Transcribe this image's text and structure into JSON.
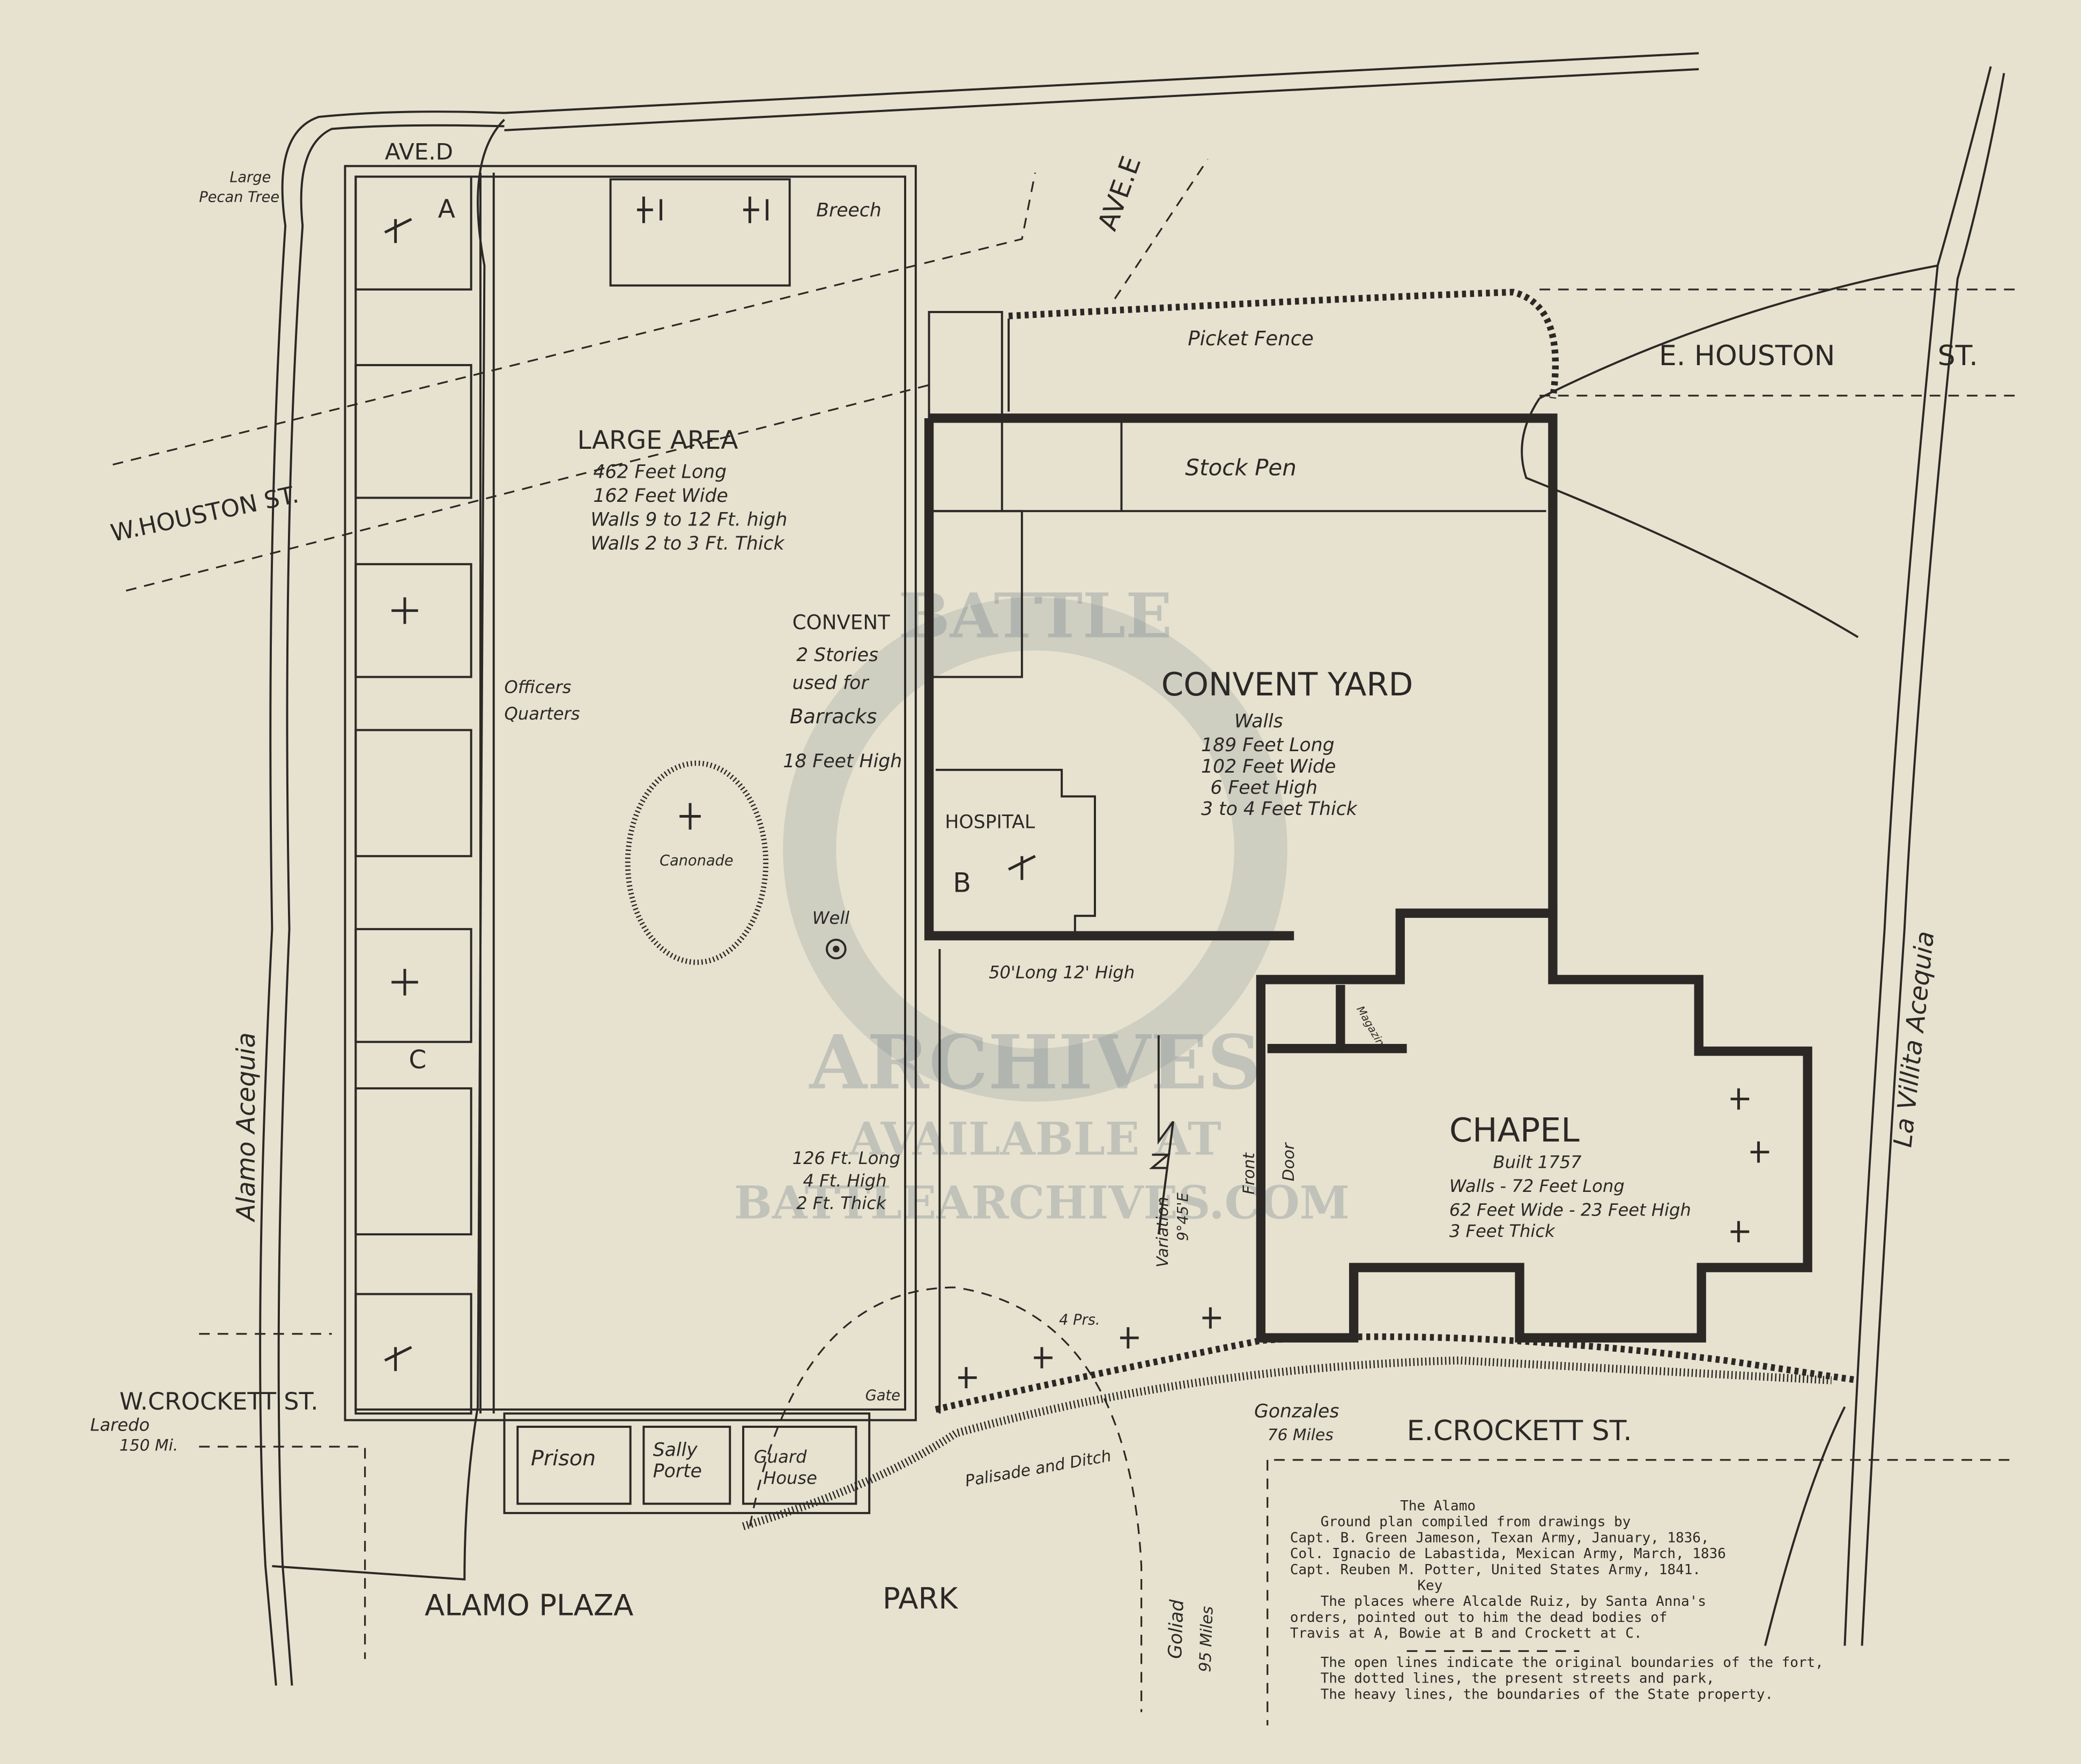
{
  "colors": {
    "paper": "#e6e2cf",
    "ink": "#2b2826",
    "watermark": "#7d8791"
  },
  "streets": {
    "ave_d": "AVE.D",
    "ave_e": "AVE.E",
    "w_houston": "W.HOUSTON  ST.",
    "e_houston": "E. HOUSTON",
    "e_houston_st": "ST.",
    "w_crockett": "W.CROCKETT ST.",
    "e_crockett": "E.CROCKETT  ST.",
    "alamo_plaza": "ALAMO PLAZA",
    "park": "PARK"
  },
  "waterways": {
    "alamo_acequia": "Alamo Acequia",
    "la_villita_acequia": "La Villita Acequia"
  },
  "roads": {
    "laredo": "Laredo",
    "laredo_dist": "150 Mi.",
    "gonzales": "Gonzales",
    "gonzales_dist": "76 Miles",
    "goliad": "Goliad",
    "goliad_dist": "95 Miles"
  },
  "labels": {
    "large_pecan_tree": [
      "Large",
      "Pecan Tree"
    ],
    "breech": "Breech",
    "picket_fence": "Picket Fence",
    "stock_pen": "Stock Pen",
    "large_area_title": "LARGE AREA",
    "large_area_lines": [
      "462 Feet Long",
      "162 Feet Wide",
      "Walls 9 to 12 Ft. high",
      "Walls 2 to 3 Ft. Thick"
    ],
    "convent_lines": [
      "CONVENT",
      "2 Stories",
      "used for",
      "Barracks",
      "18 Feet High"
    ],
    "convent_yard_title": "CONVENT YARD",
    "convent_yard_lines": [
      "Walls",
      "189 Feet Long",
      "102 Feet Wide",
      "6 Feet High",
      "3 to 4 Feet Thick"
    ],
    "officers_quarters": [
      "Officers",
      "Quarters"
    ],
    "canonade": "Canonade",
    "well": "Well",
    "hospital": "HOSPITAL",
    "wall_50": "50'Long 12' High",
    "wall_126": [
      "126 Ft. Long",
      "4 Ft. High",
      "2 Ft. Thick"
    ],
    "variation": "Variation",
    "variation_value": "9°45'E",
    "front": "Front",
    "door": "Door",
    "magazine": "Magazine",
    "chapel_title": "CHAPEL",
    "chapel_lines": [
      "Built 1757",
      "Walls - 72 Feet Long",
      "62 Feet Wide - 23 Feet High",
      "3 Feet Thick"
    ],
    "four_prs": "4 Prs.",
    "gate": "Gate",
    "prison": "Prison",
    "sally_porte": [
      "Sally",
      "Porte"
    ],
    "guard_house": [
      "Guard",
      "House"
    ],
    "palisade": "Palisade and Ditch",
    "marker_a": "A",
    "marker_b": "B",
    "marker_c": "C"
  },
  "legend": {
    "title": "The Alamo",
    "lines": [
      "Ground plan compiled from drawings by",
      "Capt. B. Green Jameson, Texan Army, January, 1836,",
      "Col. Ignacio de Labastida, Mexican Army, March, 1836",
      "Capt. Reuben M. Potter, United States Army, 1841."
    ],
    "key_title": "Key",
    "key_lines": [
      "The places where Alcalde Ruiz, by Santa Anna's",
      "orders, pointed out to him the dead bodies of",
      "Travis at A, Bowie at B and Crockett at C."
    ],
    "line_key": [
      "The open lines indicate the original boundaries of the fort,",
      "The dotted lines, the present streets and park,",
      "The heavy lines, the boundaries of the State property."
    ]
  },
  "watermark": {
    "top": "BATTLE",
    "bottom": "ARCHIVES",
    "line1": "AVAILABLE AT",
    "line2": "BATTLEARCHIVES.COM"
  }
}
